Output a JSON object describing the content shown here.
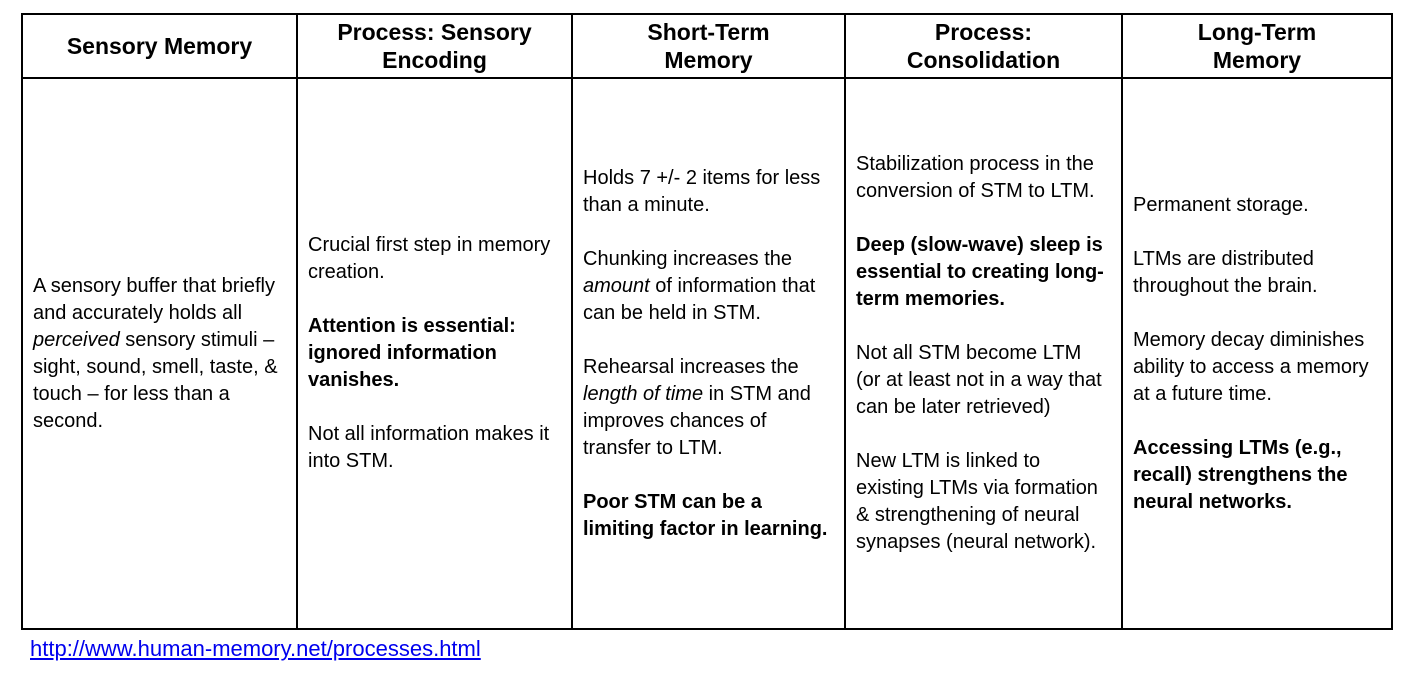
{
  "colors": {
    "background": "#ffffff",
    "border": "#000000",
    "text": "#000000",
    "link": "#0000EE"
  },
  "link": {
    "text": "http://www.human-memory.net/processes.html"
  },
  "table": {
    "columns": [
      {
        "header": "Sensory Memory",
        "header_lines": [
          "Sensory Memory"
        ],
        "paragraphs": [
          {
            "bold": false,
            "runs": [
              {
                "text": "A sensory buffer that briefly and accurately holds all "
              },
              {
                "text": "perceived",
                "italic": true
              },
              {
                "text": " sensory stimuli – sight, sound, smell, taste, & touch – for less than a second."
              }
            ]
          }
        ]
      },
      {
        "header": "Process: Sensory Encoding",
        "header_lines": [
          "Process: Sensory",
          "Encoding"
        ],
        "paragraphs": [
          {
            "bold": false,
            "runs": [
              {
                "text": "Crucial first step in memory creation."
              }
            ]
          },
          {
            "bold": true,
            "runs": [
              {
                "text": "Attention is essential: ignored information vanishes."
              }
            ]
          },
          {
            "bold": false,
            "runs": [
              {
                "text": "Not all information makes it into STM."
              }
            ]
          }
        ]
      },
      {
        "header": "Short-Term Memory",
        "header_lines": [
          "Short-Term",
          "Memory"
        ],
        "paragraphs": [
          {
            "bold": false,
            "runs": [
              {
                "text": "Holds 7 +/- 2 items for less than a minute."
              }
            ]
          },
          {
            "bold": false,
            "runs": [
              {
                "text": "Chunking increases the "
              },
              {
                "text": "amount",
                "italic": true
              },
              {
                "text": " of information that can be held in STM."
              }
            ]
          },
          {
            "bold": false,
            "runs": [
              {
                "text": "Rehearsal increases the "
              },
              {
                "text": "length of time",
                "italic": true
              },
              {
                "text": " in STM and improves chances of transfer to LTM."
              }
            ]
          },
          {
            "bold": true,
            "runs": [
              {
                "text": "Poor STM can be a limiting factor in learning."
              }
            ]
          }
        ]
      },
      {
        "header": "Process: Consolidation",
        "header_lines": [
          "Process:",
          "Consolidation"
        ],
        "paragraphs": [
          {
            "bold": false,
            "runs": [
              {
                "text": "Stabilization process in the conversion of STM to LTM."
              }
            ]
          },
          {
            "bold": true,
            "runs": [
              {
                "text": "Deep (slow-wave) sleep is essential to creating long-term memories."
              }
            ]
          },
          {
            "bold": false,
            "runs": [
              {
                "text": "Not all STM become LTM (or at least not in a way that can be later retrieved)"
              }
            ]
          },
          {
            "bold": false,
            "runs": [
              {
                "text": "New LTM is linked to existing LTMs via formation & strengthening of neural synapses (neural network)."
              }
            ]
          }
        ]
      },
      {
        "header": "Long-Term Memory",
        "header_lines": [
          "Long-Term",
          "Memory"
        ],
        "paragraphs": [
          {
            "bold": false,
            "runs": [
              {
                "text": "Permanent storage."
              }
            ]
          },
          {
            "bold": false,
            "runs": [
              {
                "text": "LTMs are distributed throughout the brain."
              }
            ]
          },
          {
            "bold": false,
            "runs": [
              {
                "text": "Memory decay diminishes ability to access a memory at a future time."
              }
            ]
          },
          {
            "bold": true,
            "runs": [
              {
                "text": "Accessing LTMs (e.g., recall) strengthens the neural networks."
              }
            ]
          }
        ]
      }
    ]
  }
}
